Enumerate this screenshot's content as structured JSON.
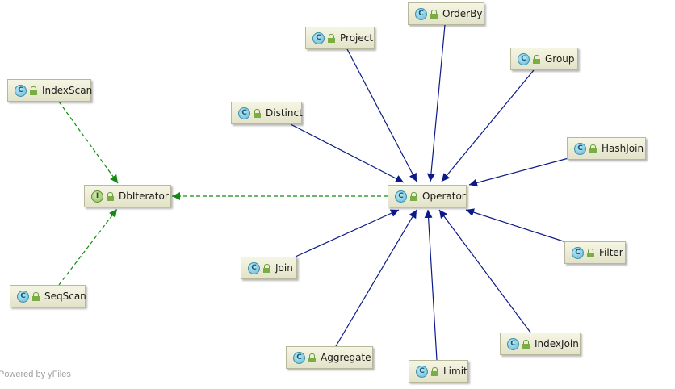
{
  "diagram": {
    "nodes": [
      {
        "id": "OrderBy",
        "label": "OrderBy",
        "kind": "class"
      },
      {
        "id": "Project",
        "label": "Project",
        "kind": "class"
      },
      {
        "id": "Group",
        "label": "Group",
        "kind": "class"
      },
      {
        "id": "IndexScan",
        "label": "IndexScan",
        "kind": "class"
      },
      {
        "id": "Distinct",
        "label": "Distinct",
        "kind": "class"
      },
      {
        "id": "HashJoin",
        "label": "HashJoin",
        "kind": "class"
      },
      {
        "id": "DbIterator",
        "label": "DbIterator",
        "kind": "interface"
      },
      {
        "id": "Operator",
        "label": "Operator",
        "kind": "class"
      },
      {
        "id": "Join",
        "label": "Join",
        "kind": "class"
      },
      {
        "id": "Filter",
        "label": "Filter",
        "kind": "class"
      },
      {
        "id": "SeqScan",
        "label": "SeqScan",
        "kind": "class"
      },
      {
        "id": "IndexJoin",
        "label": "IndexJoin",
        "kind": "class"
      },
      {
        "id": "Aggregate",
        "label": "Aggregate",
        "kind": "class"
      },
      {
        "id": "Limit",
        "label": "Limit",
        "kind": "class"
      }
    ],
    "edges": [
      {
        "from": "OrderBy",
        "to": "Operator",
        "relation": "extends"
      },
      {
        "from": "Project",
        "to": "Operator",
        "relation": "extends"
      },
      {
        "from": "Group",
        "to": "Operator",
        "relation": "extends"
      },
      {
        "from": "Distinct",
        "to": "Operator",
        "relation": "extends"
      },
      {
        "from": "HashJoin",
        "to": "Operator",
        "relation": "extends"
      },
      {
        "from": "Filter",
        "to": "Operator",
        "relation": "extends"
      },
      {
        "from": "IndexJoin",
        "to": "Operator",
        "relation": "extends"
      },
      {
        "from": "Limit",
        "to": "Operator",
        "relation": "extends"
      },
      {
        "from": "Aggregate",
        "to": "Operator",
        "relation": "extends"
      },
      {
        "from": "Join",
        "to": "Operator",
        "relation": "extends"
      },
      {
        "from": "Operator",
        "to": "DbIterator",
        "relation": "implements"
      },
      {
        "from": "IndexScan",
        "to": "DbIterator",
        "relation": "implements"
      },
      {
        "from": "SeqScan",
        "to": "DbIterator",
        "relation": "implements"
      }
    ],
    "kind_badges": {
      "class": "C",
      "interface": "I"
    },
    "colors": {
      "extends": "#0b1a8a",
      "implements": "#128a12"
    }
  },
  "watermark": "Powered by yFiles"
}
